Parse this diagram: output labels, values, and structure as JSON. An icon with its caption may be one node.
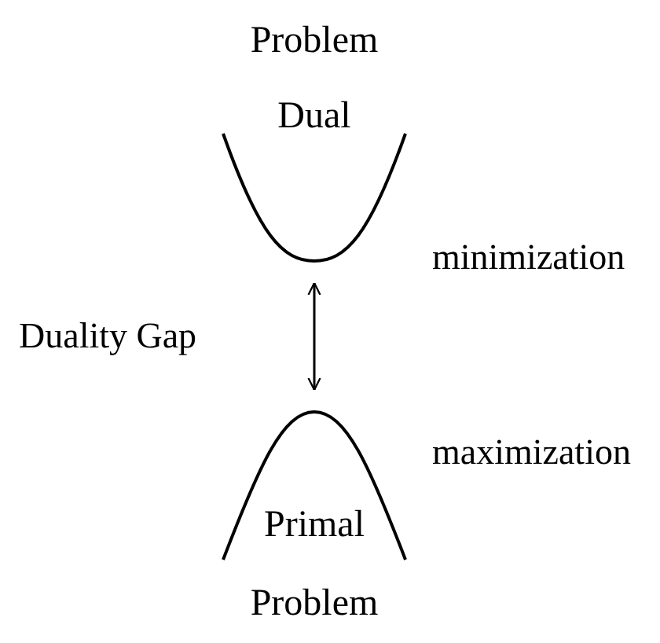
{
  "diagram": {
    "nodes": [
      {
        "text": [
          "Problem",
          "Dual"
        ]
      },
      {
        "text": [
          "Primal",
          "Problem"
        ]
      }
    ],
    "edges": [
      {
        "from": 0,
        "to": 1,
        "arrow": "both"
      }
    ],
    "labels": [
      "minimization",
      "Duality Gap",
      "maximization"
    ]
  }
}
